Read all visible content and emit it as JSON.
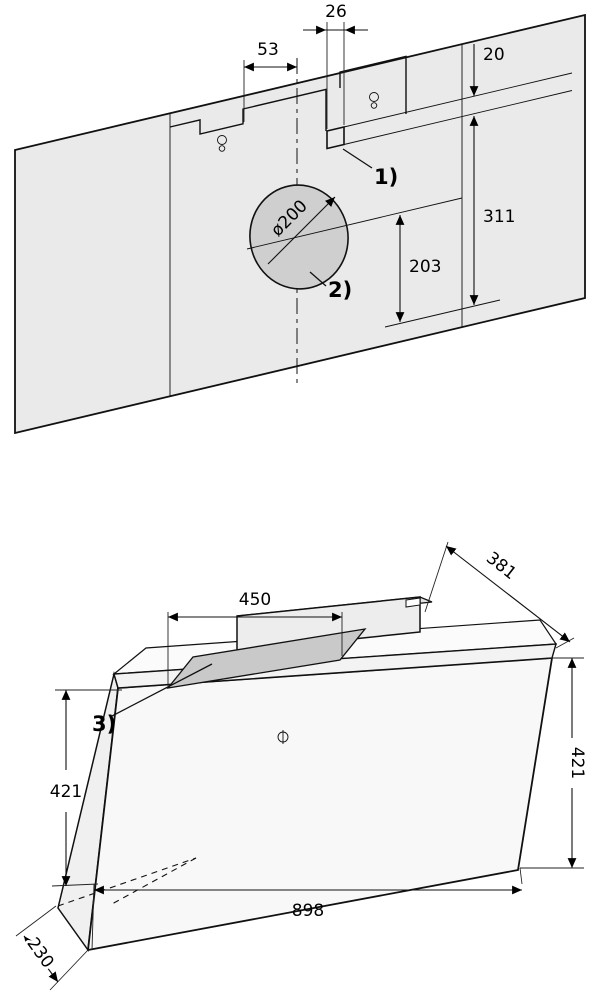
{
  "figure_top": {
    "dim_26": "26",
    "dim_53": "53",
    "dim_20": "20",
    "dim_311": "311",
    "dim_203": "203",
    "dim_diameter": "ø200",
    "callout_1": "1)",
    "callout_2": "2)"
  },
  "figure_bottom": {
    "dim_450": "450",
    "dim_381": "381",
    "dim_421_left": "421",
    "dim_421_right": "421",
    "dim_898": "898",
    "dim_230": "230",
    "callout_3": "3)"
  },
  "colors": {
    "wall_fill": "#eaeaea",
    "hole_fill": "#cfcfcf",
    "filter_fill": "#c9c9c9",
    "duct_fill": "#ededed",
    "line": "#111111"
  }
}
